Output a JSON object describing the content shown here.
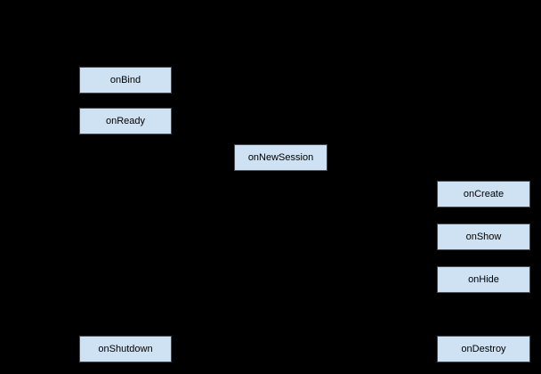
{
  "canvas": {
    "background_color": "#000000"
  },
  "style": {
    "node_fill_color": "#cfe2f3",
    "node_border_color": "#454c54",
    "node_text_color": "#000000"
  },
  "diagram": {
    "type": "lifecycle-flow",
    "nodes": [
      {
        "id": "onBind",
        "label": "onBind"
      },
      {
        "id": "onReady",
        "label": "onReady"
      },
      {
        "id": "onNewSession",
        "label": "onNewSession"
      },
      {
        "id": "onCreate",
        "label": "onCreate"
      },
      {
        "id": "onShow",
        "label": "onShow"
      },
      {
        "id": "onHide",
        "label": "onHide"
      },
      {
        "id": "onShutdown",
        "label": "onShutdown"
      },
      {
        "id": "onDestroy",
        "label": "onDestroy"
      }
    ]
  }
}
